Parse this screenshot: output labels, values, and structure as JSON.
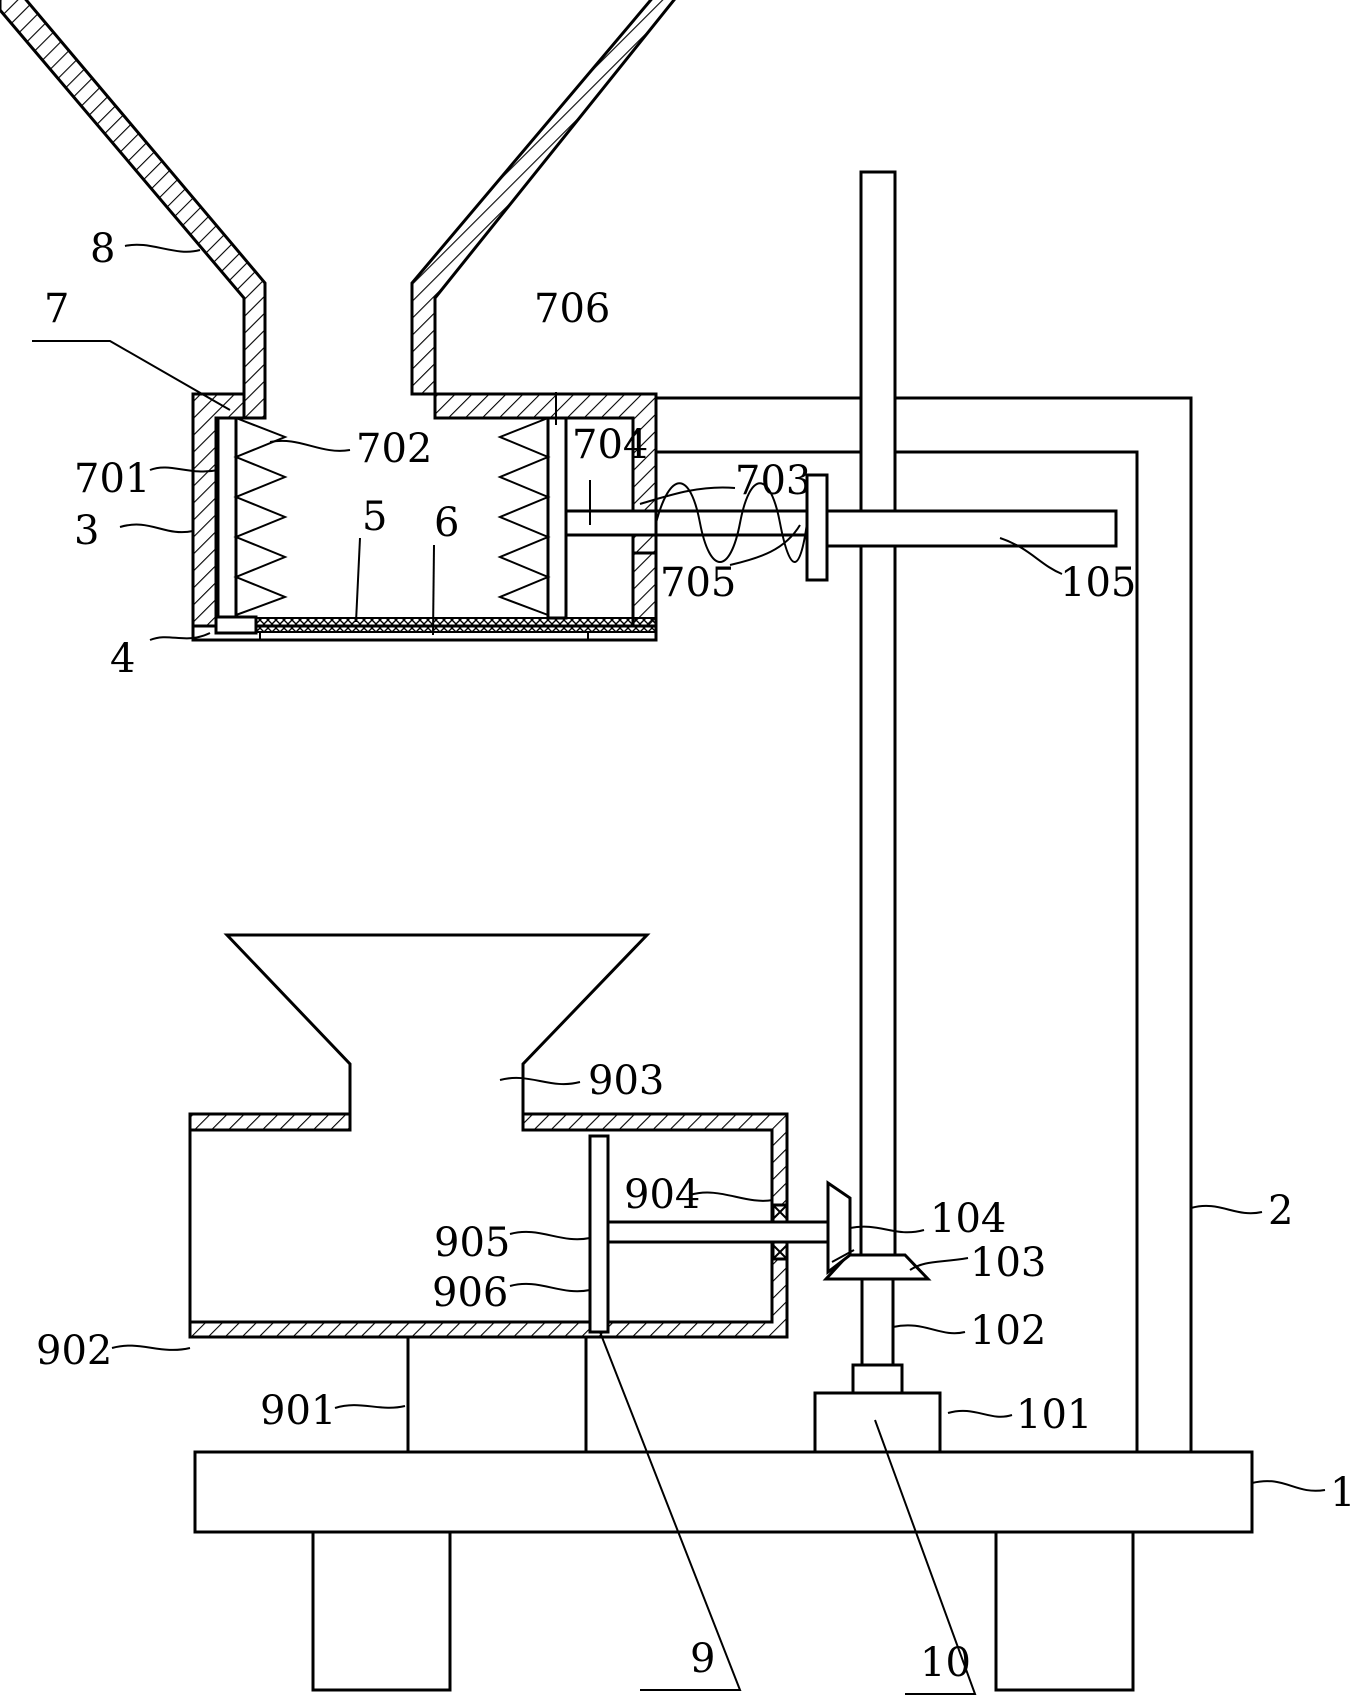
{
  "labels": {
    "l1": "1",
    "l2": "2",
    "l3": "3",
    "l4": "4",
    "l5": "5",
    "l6": "6",
    "l7": "7",
    "l8": "8",
    "l9": "9",
    "l10": "10",
    "l101": "101",
    "l102": "102",
    "l103": "103",
    "l104": "104",
    "l105": "105",
    "l701": "701",
    "l702": "702",
    "l703": "703",
    "l704": "704",
    "l705": "705",
    "l706": "706",
    "l901": "901",
    "l902": "902",
    "l903": "903",
    "l904": "904",
    "l905": "905",
    "l906": "906"
  }
}
